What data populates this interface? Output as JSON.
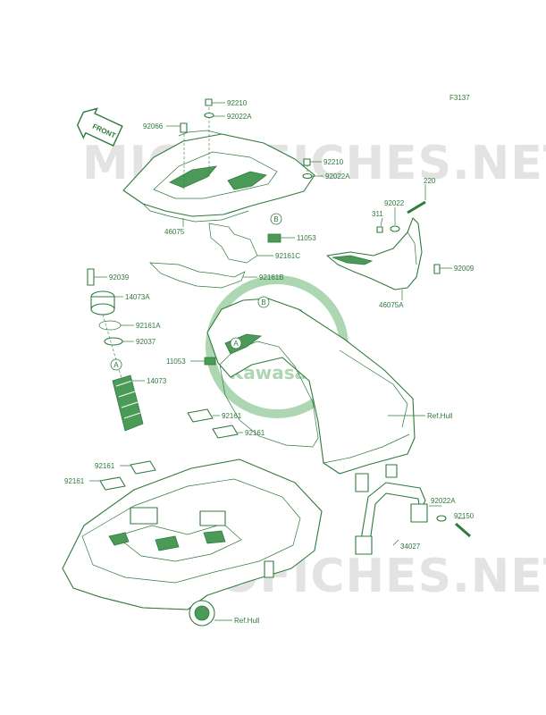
{
  "diagram_id": "F3137",
  "front_label": "FRONT",
  "watermark": {
    "text": "MICROFICHES.NET",
    "logo": "Kawasaki"
  },
  "callouts": [
    "A",
    "B"
  ],
  "parts": [
    {
      "id": "p92210a",
      "number": "92210"
    },
    {
      "id": "p92066",
      "number": "92066"
    },
    {
      "id": "p92022a_top",
      "number": "92022A"
    },
    {
      "id": "p92210b",
      "number": "92210"
    },
    {
      "id": "p92022a_mid",
      "number": "92022A"
    },
    {
      "id": "p220",
      "number": "220"
    },
    {
      "id": "p92022",
      "number": "92022"
    },
    {
      "id": "p311",
      "number": "311"
    },
    {
      "id": "p46075",
      "number": "46075"
    },
    {
      "id": "p11053_top",
      "number": "11053"
    },
    {
      "id": "p92161c",
      "number": "92161C"
    },
    {
      "id": "p92009",
      "number": "92009"
    },
    {
      "id": "p92039",
      "number": "92039"
    },
    {
      "id": "p92161b",
      "number": "92161B"
    },
    {
      "id": "p14073a",
      "number": "14073A"
    },
    {
      "id": "p46075a",
      "number": "46075A"
    },
    {
      "id": "p92161a",
      "number": "92161A"
    },
    {
      "id": "p92037",
      "number": "92037"
    },
    {
      "id": "p11053_mid",
      "number": "11053"
    },
    {
      "id": "p14073",
      "number": "14073"
    },
    {
      "id": "p92161_a",
      "number": "92161"
    },
    {
      "id": "p92161_b",
      "number": "92161"
    },
    {
      "id": "p92161_c",
      "number": "92161"
    },
    {
      "id": "p92161_d",
      "number": "92161"
    },
    {
      "id": "p92022a_bot",
      "number": "92022A"
    },
    {
      "id": "p92150",
      "number": "92150"
    },
    {
      "id": "p34027",
      "number": "34027"
    }
  ],
  "refs": [
    {
      "id": "ref_hull_1",
      "text": "Ref.Hull"
    },
    {
      "id": "ref_hull_2",
      "text": "Ref.Hull"
    }
  ]
}
